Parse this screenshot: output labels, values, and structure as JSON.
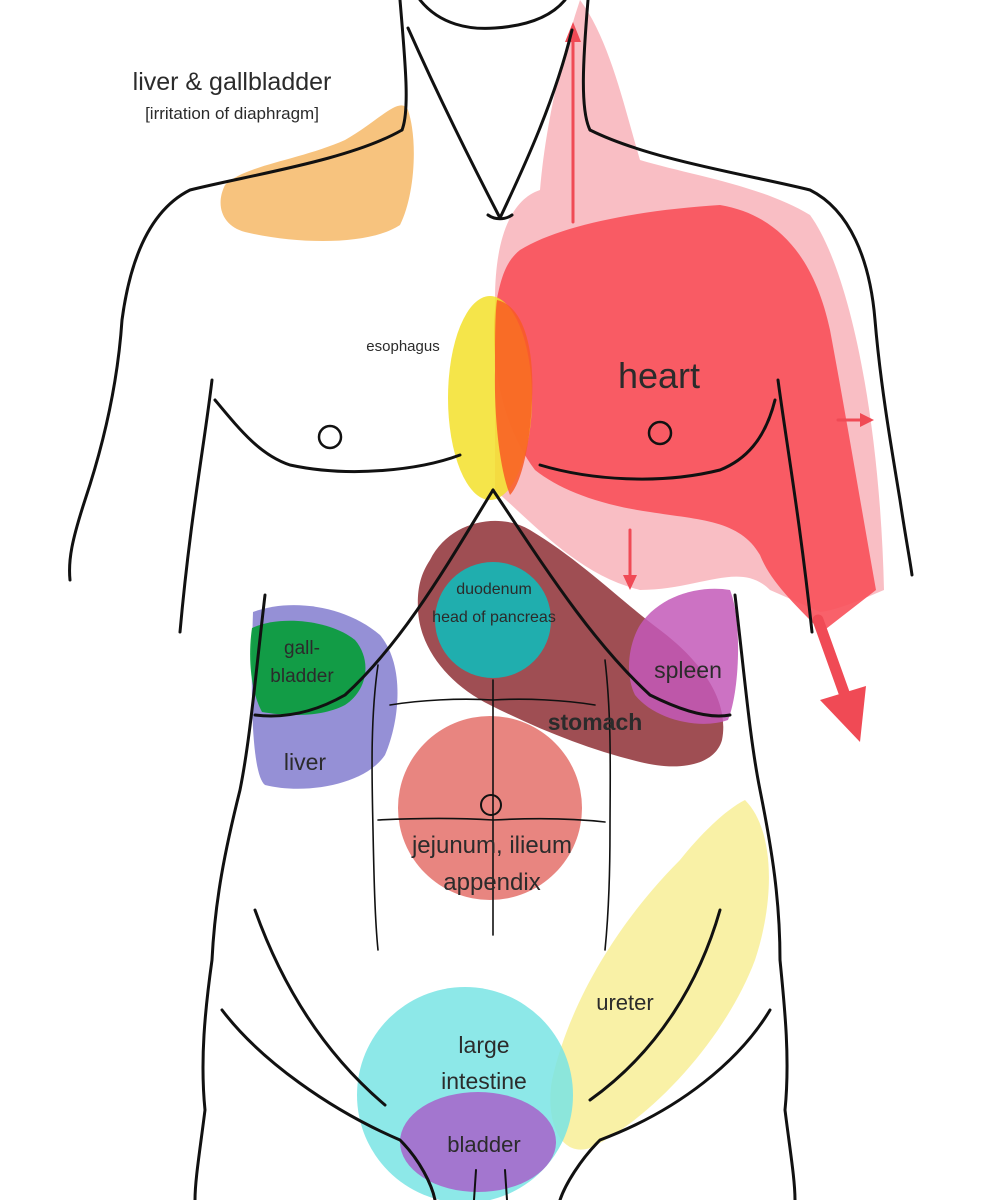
{
  "labels": {
    "liver_gallbladder_title": "liver & gallbladder",
    "liver_gallbladder_sub": "[irritation of diaphragm]",
    "esophagus": "esophagus",
    "heart": "heart",
    "duodenum_line1": "duodenum",
    "duodenum_line2": "head of pancreas",
    "gallbladder_line1": "gall-",
    "gallbladder_line2": "bladder",
    "liver": "liver",
    "stomach": "stomach",
    "spleen": "spleen",
    "jejunum_line1": "jejunum, ilieum",
    "jejunum_line2": "appendix",
    "ureter": "ureter",
    "large_intestine_line1": "large",
    "large_intestine_line2": "intestine",
    "bladder": "bladder"
  },
  "colors": {
    "outline": "#111111",
    "liver_gallbladder_referred": "#f6b867",
    "heart_referred_light": "#f7a8b0",
    "heart": "#f8505a",
    "esophagus": "#f3e02a",
    "stomach": "#8e2f35",
    "duodenum": "#19b3b3",
    "liver": "#7a74cc",
    "gallbladder": "#0b9d3e",
    "spleen": "#c359b8",
    "jejunum": "#e4706a",
    "ureter": "#f8ef97",
    "large_intestine": "#79e4e4",
    "bladder": "#a569cc",
    "arrow": "#f04a55"
  }
}
